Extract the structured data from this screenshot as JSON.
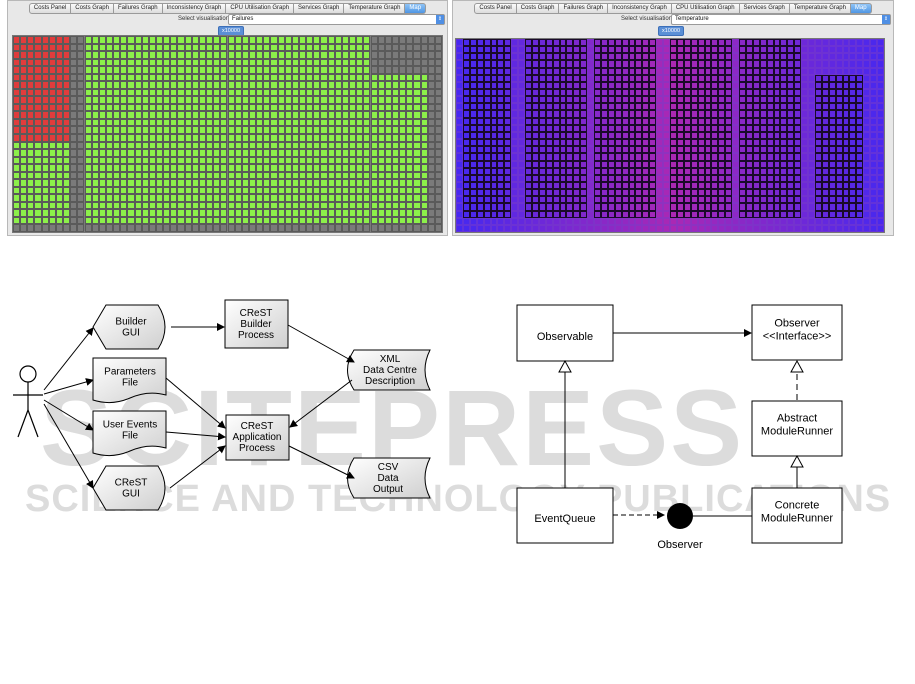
{
  "screens": {
    "tabs": [
      "Costs Panel",
      "Costs Graph",
      "Failures Graph",
      "Inconsistency Graph",
      "CPU Utilisation Graph",
      "Services Graph",
      "Temperature Graph",
      "Map"
    ],
    "active_tab": "Map",
    "select_label": "Select visualisation:",
    "zoom_label": "x10000",
    "left_selected": "Failures",
    "right_selected": "Temperature"
  },
  "flowchart": {
    "builder_gui": "Builder\nGUI",
    "parameters_file": "Parameters\nFile",
    "user_events_file": "User Events\nFile",
    "crest_gui": "CReST\nGUI",
    "builder_process": "CReST\nBuilder\nProcess",
    "application_process": "CReST\nApplication\nProcess",
    "xml_output": "XML\nData Centre\nDescription",
    "csv_output": "CSV\nData\nOutput"
  },
  "uml": {
    "observable": "Observable",
    "observer_interface": "Observer\n<<Interface>>",
    "abstract_runner": "Abstract\nModuleRunner",
    "event_queue": "EventQueue",
    "concrete_runner": "Concrete\nModuleRunner",
    "observer_ball": "Observer"
  },
  "watermark": {
    "big": "SCITEPRESS",
    "small": "SCIENCE AND TECHNOLOGY PUBLICATIONS"
  },
  "colors": {
    "failure_red": "#e03c3c",
    "ok_green": "#8cf04a",
    "rack_gray": "#7a7a7a"
  }
}
